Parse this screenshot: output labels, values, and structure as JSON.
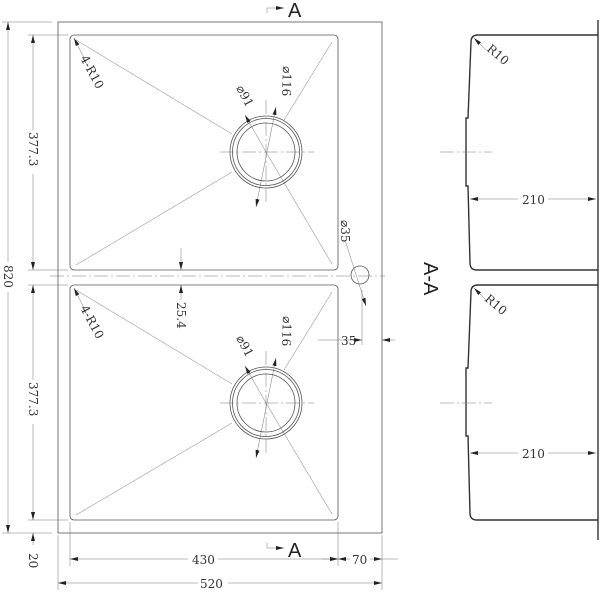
{
  "section_mark": "A",
  "section_title": "A-A",
  "dims": {
    "overall_length": "820",
    "bowl_length_top": "377.3",
    "bowl_length_bottom": "377.3",
    "edge_gap": "20",
    "divider": "25.4",
    "bowl_width": "430",
    "deck_width": "70",
    "overall_width": "520",
    "tap_hole": "⌀35",
    "tap_offset": "35",
    "corner_radius": "4-R10",
    "drain_inner": "⌀91",
    "drain_outer": "⌀116",
    "section_radius": "R10",
    "depth": "210"
  }
}
